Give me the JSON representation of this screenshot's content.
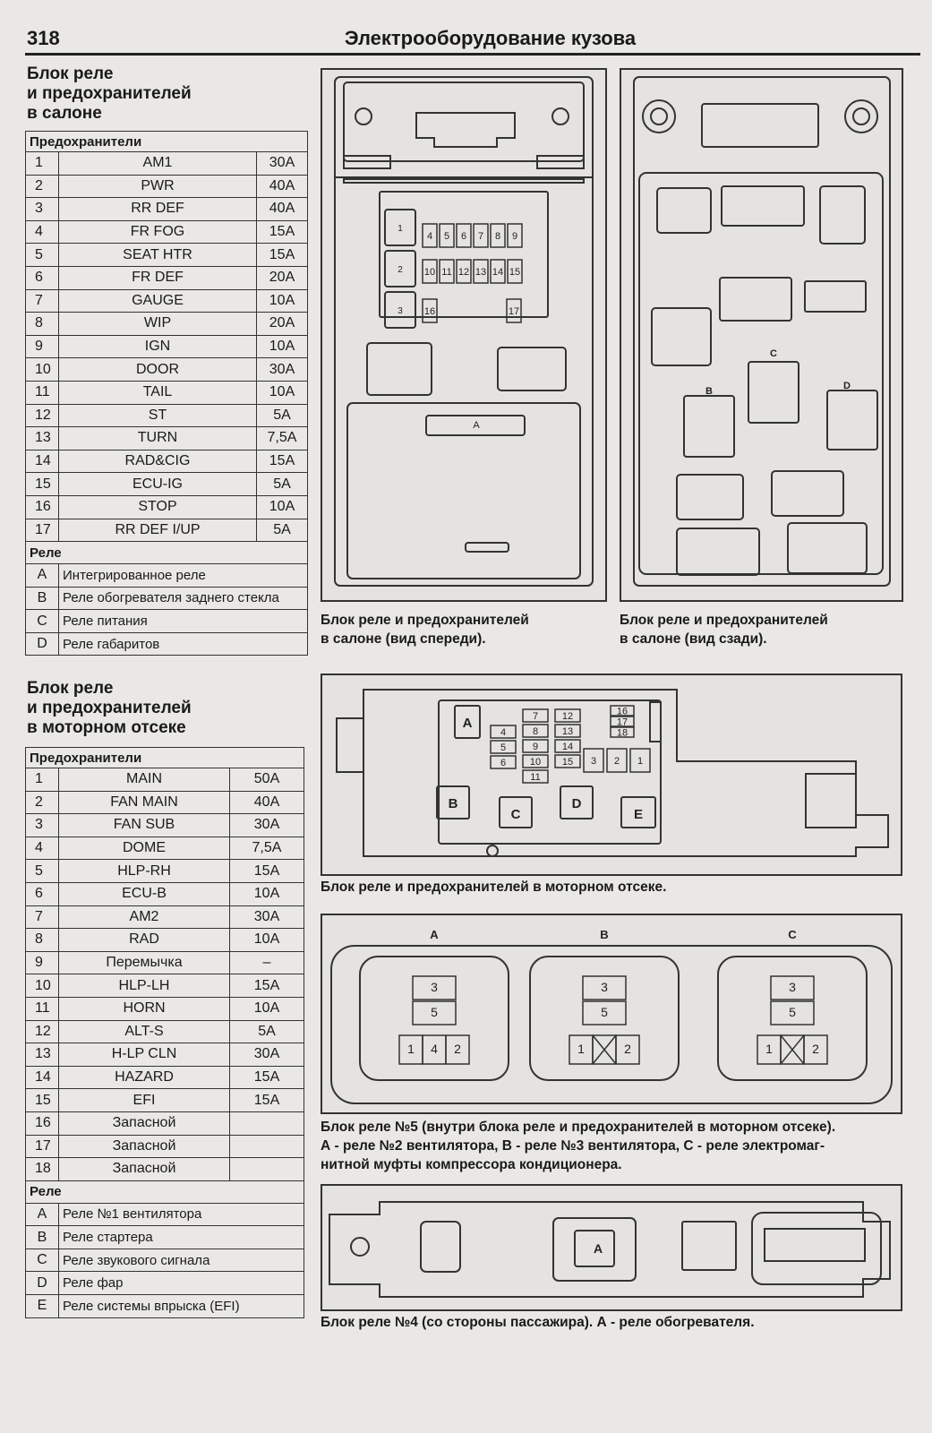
{
  "header": {
    "page_number": "318",
    "title": "Электрооборудование кузова"
  },
  "cabin": {
    "heading": [
      "Блок реле",
      "и предохранителей",
      "в салоне"
    ],
    "fuses_header": "Предохранители",
    "fuses": [
      [
        "1",
        "AM1",
        "30A"
      ],
      [
        "2",
        "PWR",
        "40A"
      ],
      [
        "3",
        "RR DEF",
        "40A"
      ],
      [
        "4",
        "FR FOG",
        "15A"
      ],
      [
        "5",
        "SEAT HTR",
        "15A"
      ],
      [
        "6",
        "FR DEF",
        "20A"
      ],
      [
        "7",
        "GAUGE",
        "10A"
      ],
      [
        "8",
        "WIP",
        "20A"
      ],
      [
        "9",
        "IGN",
        "10A"
      ],
      [
        "10",
        "DOOR",
        "30A"
      ],
      [
        "11",
        "TAIL",
        "10A"
      ],
      [
        "12",
        "ST",
        "5A"
      ],
      [
        "13",
        "TURN",
        "7,5A"
      ],
      [
        "14",
        "RAD&CIG",
        "15A"
      ],
      [
        "15",
        "ECU-IG",
        "5A"
      ],
      [
        "16",
        "STOP",
        "10A"
      ],
      [
        "17",
        "RR DEF I/UP",
        "5A"
      ]
    ],
    "relays_header": "Реле",
    "relays": [
      [
        "A",
        "Интегрированное реле"
      ],
      [
        "B",
        "Реле обогревателя заднего стекла"
      ],
      [
        "C",
        "Реле питания"
      ],
      [
        "D",
        "Реле габаритов"
      ]
    ]
  },
  "engine": {
    "heading": [
      "Блок реле",
      "и предохранителей",
      "в моторном отсеке"
    ],
    "fuses_header": "Предохранители",
    "fuses": [
      [
        "1",
        "MAIN",
        "50A"
      ],
      [
        "2",
        "FAN MAIN",
        "40A"
      ],
      [
        "3",
        "FAN SUB",
        "30A"
      ],
      [
        "4",
        "DOME",
        "7,5A"
      ],
      [
        "5",
        "HLP-RH",
        "15A"
      ],
      [
        "6",
        "ECU-B",
        "10A"
      ],
      [
        "7",
        "AM2",
        "30A"
      ],
      [
        "8",
        "RAD",
        "10A"
      ],
      [
        "9",
        "Перемычка",
        "–"
      ],
      [
        "10",
        "HLP-LH",
        "15A"
      ],
      [
        "11",
        "HORN",
        "10A"
      ],
      [
        "12",
        "ALT-S",
        "5A"
      ],
      [
        "13",
        "H-LP CLN",
        "30A"
      ],
      [
        "14",
        "HAZARD",
        "15A"
      ],
      [
        "15",
        "EFI",
        "15A"
      ],
      [
        "16",
        "Запасной",
        ""
      ],
      [
        "17",
        "Запасной",
        ""
      ],
      [
        "18",
        "Запасной",
        ""
      ]
    ],
    "relays_header": "Реле",
    "relays": [
      [
        "A",
        "Реле  №1 вентилятора"
      ],
      [
        "B",
        "Реле стартера"
      ],
      [
        "C",
        "Реле звукового сигнала"
      ],
      [
        "D",
        "Реле фар"
      ],
      [
        "E",
        "Реле системы впрыска (EFI)"
      ]
    ]
  },
  "diagrams": {
    "front": {
      "caption": [
        "Блок реле и предохранителей",
        "в салоне (вид спереди)."
      ],
      "relay_slots": [
        "1",
        "2",
        "3"
      ],
      "fuse_row1": [
        "4",
        "5",
        "6",
        "7",
        "8",
        "9"
      ],
      "fuse_row2": [
        "10",
        "11",
        "12",
        "13",
        "14",
        "15"
      ],
      "fuse_16": "16",
      "fuse_17": "17",
      "connector_label": "A"
    },
    "rear": {
      "caption": [
        "Блок реле и предохранителей",
        "в салоне (вид сзади)."
      ],
      "labels": [
        "C",
        "B",
        "D"
      ]
    },
    "engine_block": {
      "caption": "Блок реле и предохранителей в моторном отсеке.",
      "relay_A": "A",
      "fuse_col_left": [
        "4",
        "5",
        "6"
      ],
      "fuse_col_mid": [
        "7",
        "8",
        "9",
        "10",
        "11"
      ],
      "fuse_col_right": [
        "12",
        "13",
        "14",
        "15"
      ],
      "fuse_col_far": [
        "16",
        "17",
        "18"
      ],
      "big": [
        "3",
        "2",
        "1"
      ],
      "relays_bottom": [
        "B",
        "C",
        "D",
        "E"
      ]
    },
    "relay5": {
      "caption": [
        "Блок реле №5 (внутри блока реле и предохранителей в моторном отсеке).",
        "А - реле №2 вентилятора, В - реле №3 вентилятора, С - реле электромаг-",
        "нитной муфты компрессора кондиционера."
      ],
      "labels": [
        "A",
        "B",
        "C"
      ],
      "pins_A": [
        "3",
        "5",
        "1",
        "4",
        "2"
      ],
      "pins_B": [
        "3",
        "5",
        "1",
        "2"
      ],
      "pins_C": [
        "3",
        "5",
        "1",
        "2"
      ]
    },
    "relay4": {
      "caption": "Блок реле №4 (со стороны пассажира). А - реле обогревателя.",
      "label": "A"
    }
  }
}
